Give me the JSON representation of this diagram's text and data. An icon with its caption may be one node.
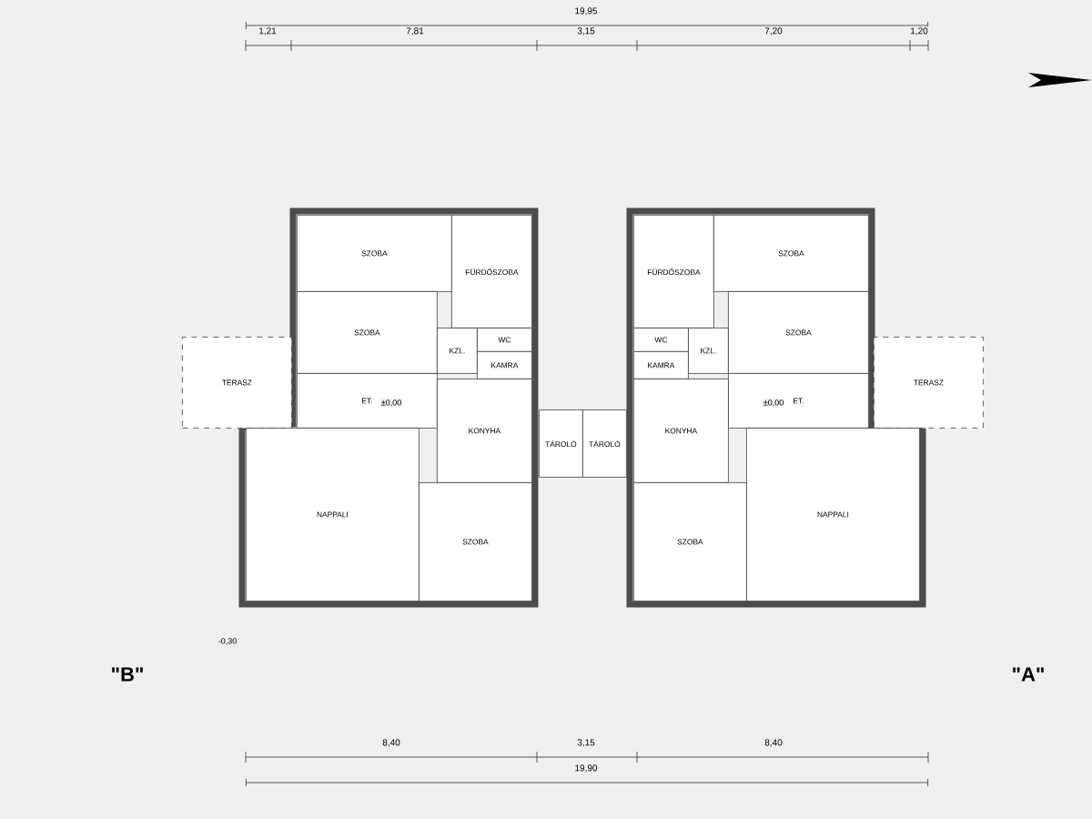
{
  "diagram": {
    "nodes": [
      {
        "text": [
          "SZOBA"
        ]
      },
      {
        "text": [
          "FÜRDŐSZOBA"
        ]
      },
      {
        "text": [
          "SZOBA"
        ]
      },
      {
        "text": [
          "KZL."
        ]
      },
      {
        "text": [
          "WC"
        ]
      },
      {
        "text": [
          "KAMRA"
        ]
      },
      {
        "text": [
          "ET."
        ]
      },
      {
        "text": [
          "TERASZ"
        ]
      },
      {
        "text": [
          "KONYHA"
        ]
      },
      {
        "text": [
          "NAPPALI"
        ]
      },
      {
        "text": [
          "SZOBA"
        ]
      },
      {
        "text": [
          "TÁROLÓ"
        ]
      },
      {
        "text": [
          "TÁROLÓ"
        ]
      },
      {
        "text": [
          "FÜRDŐSZOBA"
        ]
      },
      {
        "text": [
          "SZOBA"
        ]
      },
      {
        "text": [
          "KZL."
        ]
      },
      {
        "text": [
          "WC"
        ]
      },
      {
        "text": [
          "KAMRA"
        ]
      },
      {
        "text": [
          "SZOBA"
        ]
      },
      {
        "text": [
          "ET."
        ]
      },
      {
        "text": [
          "TERASZ"
        ]
      },
      {
        "text": [
          "KONYHA"
        ]
      },
      {
        "text": [
          "NAPPALI"
        ]
      },
      {
        "text": [
          "SZOBA"
        ]
      }
    ],
    "labels": [
      "19,95",
      "1,21",
      "7,81",
      "3,15",
      "7,20",
      "1,20",
      "±0,00",
      "±0,00",
      "\"B\"",
      "\"A\"",
      "-0,30",
      "8,40",
      "3,15",
      "8,40",
      "19,90"
    ]
  }
}
